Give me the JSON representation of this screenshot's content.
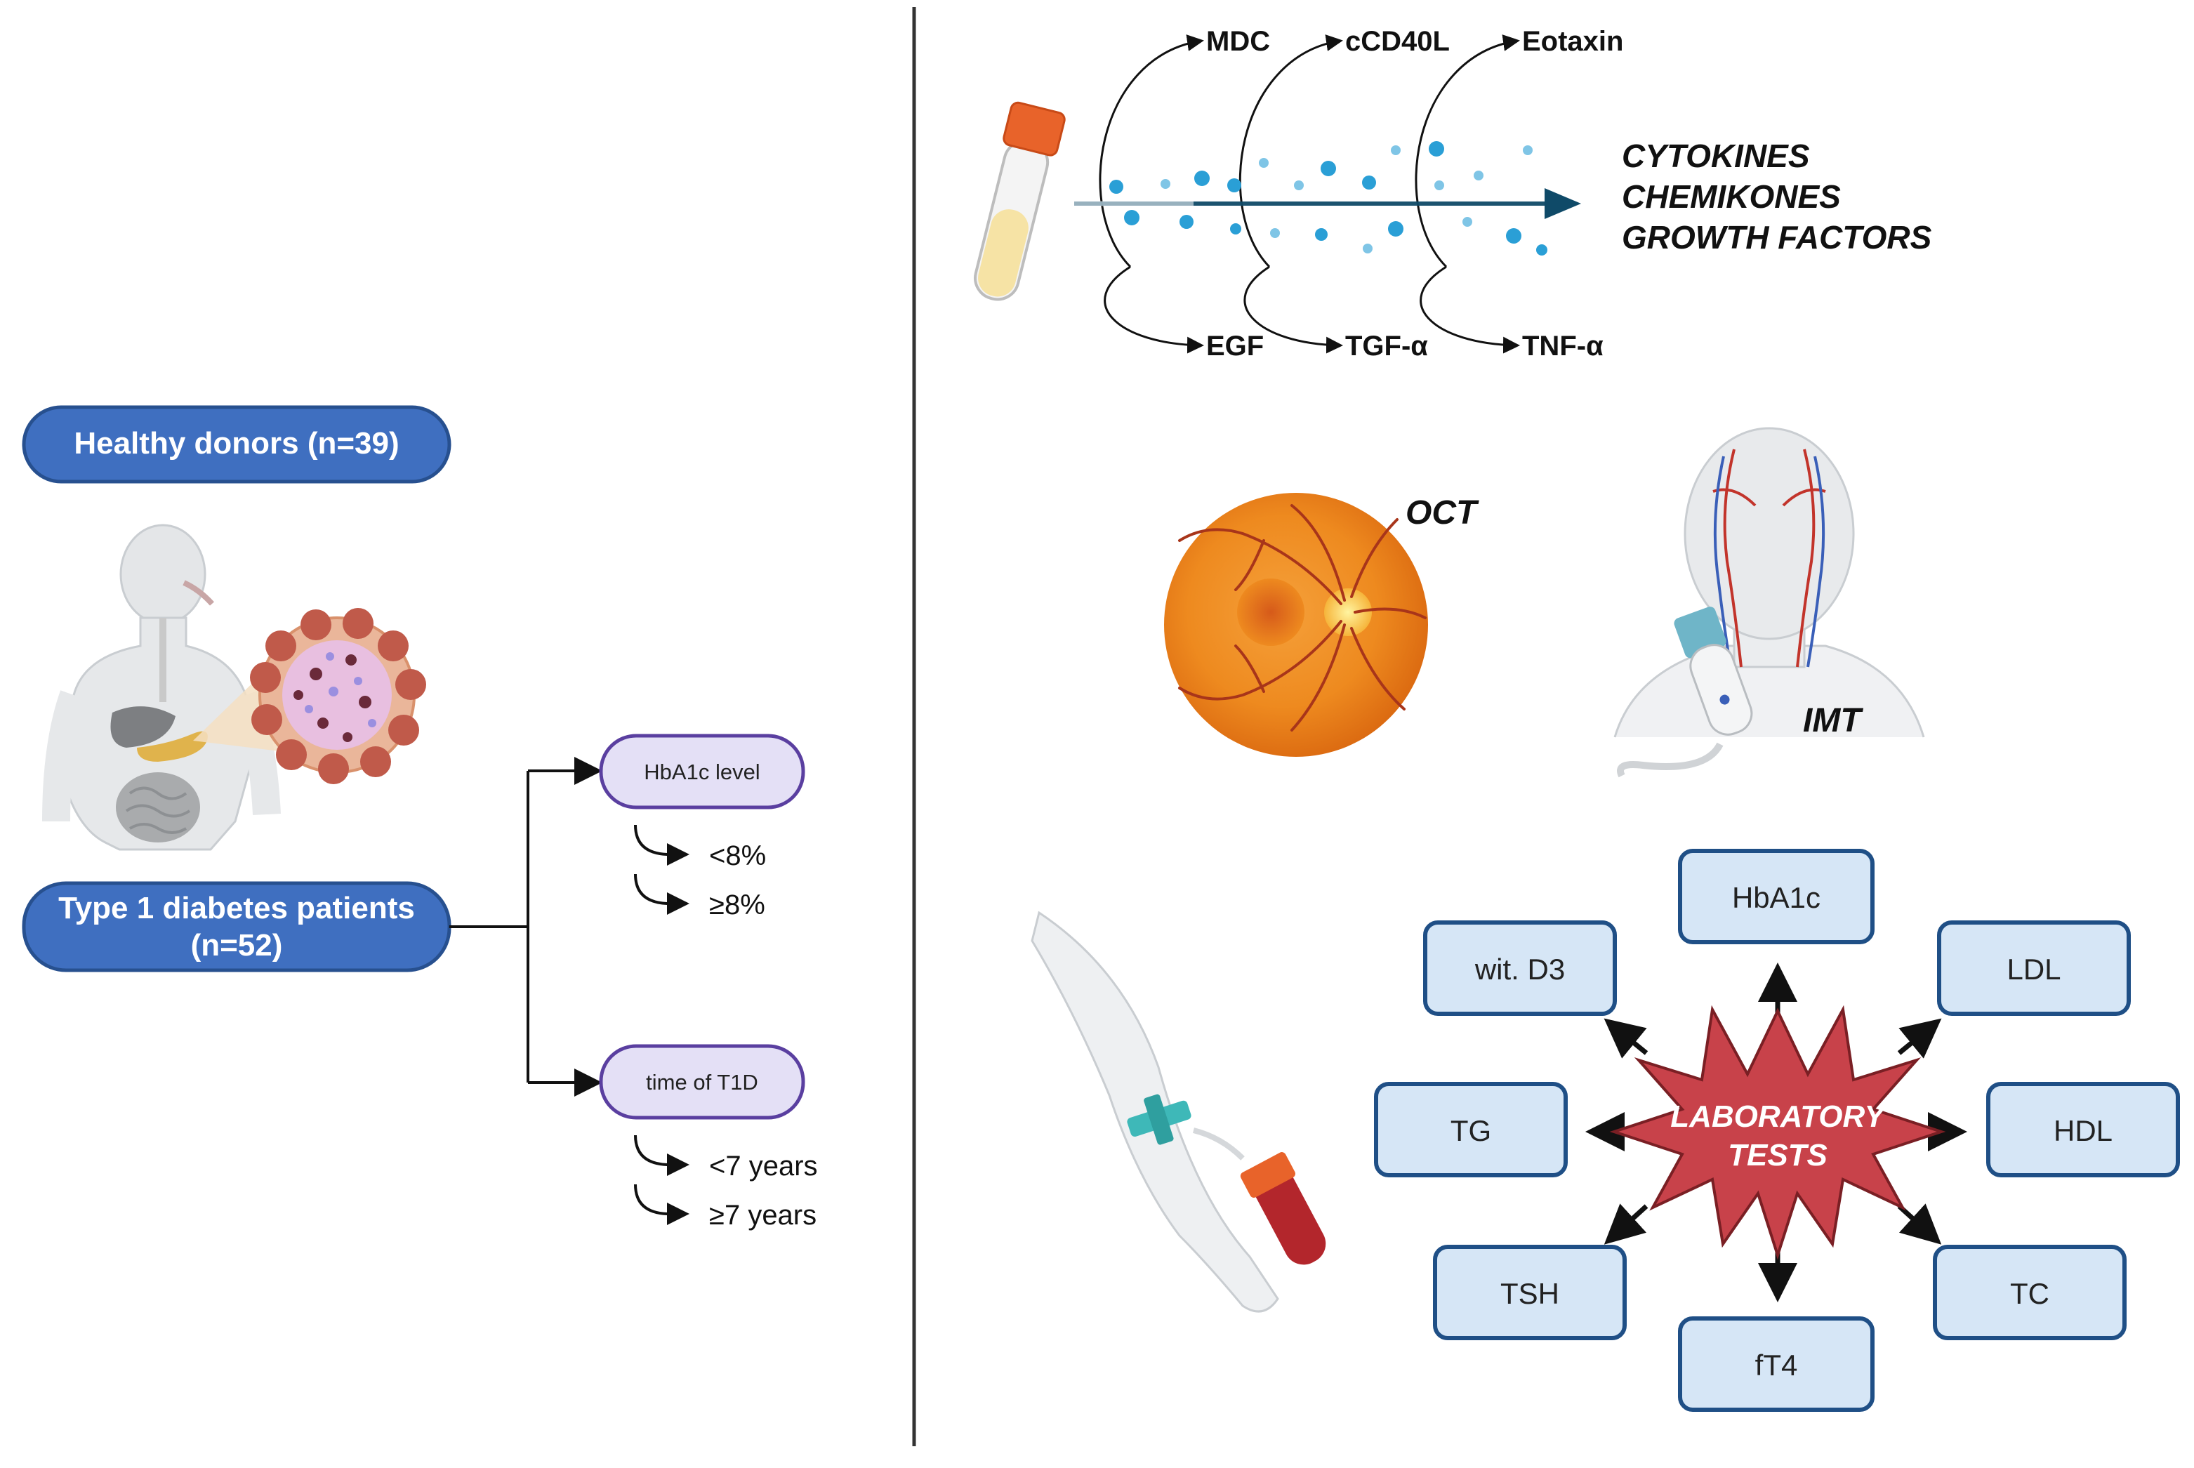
{
  "groups": {
    "healthy": "Healthy donors (n=39)",
    "t1d_line1": "Type 1 diabetes patients",
    "t1d_line2": "(n=52)"
  },
  "stratification": {
    "hba1c": {
      "label": "HbA1c level",
      "low": "<8%",
      "high": "≥8%"
    },
    "duration": {
      "label": "time of T1D",
      "low": "<7 years",
      "high": "≥7 years"
    }
  },
  "cytokines": {
    "top": [
      "MDC",
      "cCD40L",
      "Eotaxin"
    ],
    "bottom": [
      "EGF",
      "TGF-α",
      "TNF-α"
    ],
    "categories": [
      "CYTOKINES",
      "CHEMIKONES",
      "GROWTH FACTORS"
    ]
  },
  "imaging": {
    "oct": "OCT",
    "imt": "IMT"
  },
  "lab": {
    "center_line1": "LABORATORY",
    "center_line2": "TESTS",
    "tests": {
      "hba1c": "HbA1c",
      "witd3": "wit. D3",
      "ldl": "LDL",
      "tg": "TG",
      "hdl": "HDL",
      "tsh": "TSH",
      "tc": "TC",
      "ft4": "fT4"
    }
  },
  "colors": {
    "group_fill": "#3f6fc0",
    "group_border": "#27508f",
    "strat_fill": "#e4e0f6",
    "strat_border": "#5a3fa0",
    "lab_box_fill": "#d6e6f6",
    "lab_box_border": "#1f4f86",
    "star_fill": "#c8424a",
    "dot_color": "#2a9fd6",
    "arrow_dark": "#0f4a68"
  }
}
